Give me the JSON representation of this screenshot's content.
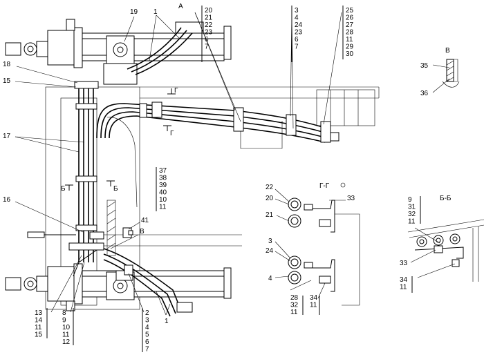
{
  "view_labels": {
    "view_a": "А",
    "view_b": "В",
    "section_g": "Г-Г",
    "section_b": "Б-Б",
    "cut_g_top": "Г",
    "cut_g_bottom": "Г",
    "cut_b_left": "Б",
    "cut_b_right": "Б",
    "mark_b": "В"
  },
  "callouts": {
    "c19": "19",
    "c1_top": "1",
    "c18": "18",
    "c15": "15",
    "c17": "17",
    "c16": "16",
    "c41": "41",
    "c1_bottom": "1",
    "c35": "35",
    "c36": "36",
    "g22": "22",
    "g20": "20",
    "g21": "21",
    "g33": "33",
    "g3": "3",
    "g24": "24",
    "g4": "4",
    "b33": "33"
  },
  "stacks": {
    "s1": [
      "20",
      "21",
      "22",
      "23",
      "6",
      "7"
    ],
    "s2": [
      "3",
      "4",
      "24",
      "23",
      "6",
      "7"
    ],
    "s3": [
      "25",
      "26",
      "27",
      "28",
      "11",
      "29",
      "30"
    ],
    "s4": [
      "37",
      "38",
      "39",
      "40",
      "10",
      "11"
    ],
    "s5": [
      "13",
      "14",
      "11",
      "15"
    ],
    "s6": [
      "8",
      "9",
      "10",
      "11",
      "12"
    ],
    "s7": [
      "2",
      "3",
      "4",
      "5",
      "6",
      "7"
    ],
    "s8": [
      "28",
      "32",
      "11"
    ],
    "s9": [
      "34",
      "11"
    ],
    "s10": [
      "9",
      "31",
      "32",
      "11"
    ],
    "s11": [
      "34",
      "11"
    ]
  }
}
